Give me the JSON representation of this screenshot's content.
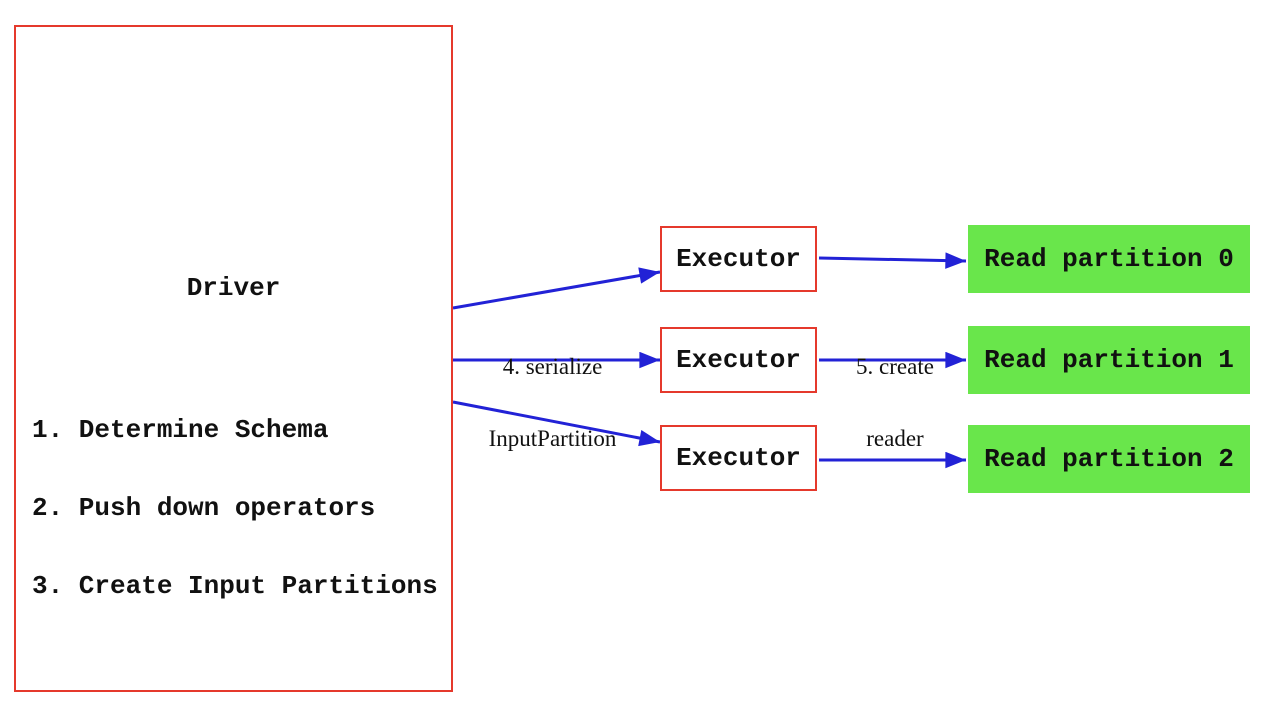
{
  "colors": {
    "box_border_red": "#e5392c",
    "arrow_blue": "#2222d6",
    "partition_green": "#69e64b",
    "text": "#111111",
    "background": "#ffffff"
  },
  "driver": {
    "title": "Driver",
    "steps": [
      "1. Determine Schema",
      "2. Push down operators",
      "3. Create Input Partitions"
    ]
  },
  "executors": [
    {
      "label": "Executor"
    },
    {
      "label": "Executor"
    },
    {
      "label": "Executor"
    }
  ],
  "partitions": [
    {
      "label": "Read partition 0"
    },
    {
      "label": "Read partition 1"
    },
    {
      "label": "Read partition 2"
    }
  ],
  "arrow_labels": {
    "serialize": {
      "line1": "4. serialize",
      "line2": "InputPartition"
    },
    "create_reader": {
      "line1": "5. create",
      "line2": "reader"
    }
  }
}
